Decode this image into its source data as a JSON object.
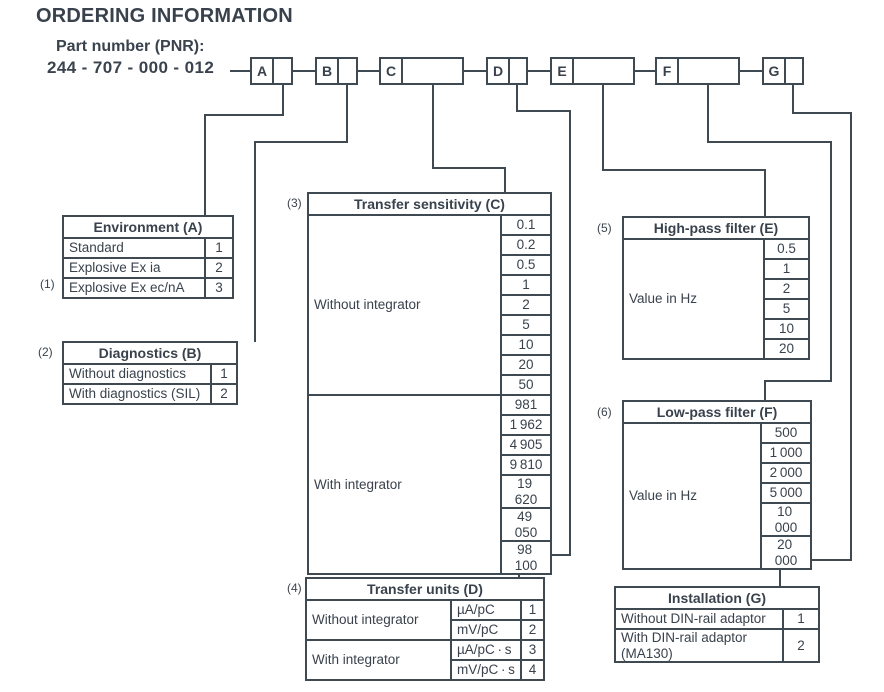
{
  "ink": "#3f4952",
  "title": "ORDERING INFORMATION",
  "pnr": {
    "label": "Part number (PNR):",
    "number": "244 - 707 - 000 - 012",
    "letters": {
      "a": "A",
      "b": "B",
      "c": "C",
      "d": "D",
      "e": "E",
      "f": "F",
      "g": "G"
    }
  },
  "tables": {
    "environment": {
      "note": "(1)",
      "title": "Environment (A)",
      "rows": [
        {
          "label": "Standard",
          "value": "1"
        },
        {
          "label": "Explosive Ex ia",
          "value": "2"
        },
        {
          "label": "Explosive Ex ec/nA",
          "value": "3"
        }
      ]
    },
    "diagnostics": {
      "note": "(2)",
      "title": "Diagnostics (B)",
      "rows": [
        {
          "label": "Without diagnostics",
          "value": "1"
        },
        {
          "label": "With diagnostics (SIL)",
          "value": "2"
        }
      ]
    },
    "transfer_sensitivity": {
      "note": "(3)",
      "title": "Transfer sensitivity (C)",
      "groups": [
        {
          "label": "Without integrator",
          "values": [
            "0.1",
            "0.2",
            "0.5",
            "1",
            "2",
            "5",
            "10",
            "20",
            "50"
          ]
        },
        {
          "label": "With integrator",
          "values": [
            "981",
            "1 962",
            "4 905",
            "9 810",
            "19 620",
            "49 050",
            "98 100"
          ]
        }
      ]
    },
    "transfer_units": {
      "note": "(4)",
      "title": "Transfer units (D)",
      "groups": [
        {
          "label": "Without integrator",
          "rows": [
            {
              "unit": "µA/pC",
              "value": "1"
            },
            {
              "unit": "mV/pC",
              "value": "2"
            }
          ]
        },
        {
          "label": "With integrator",
          "rows": [
            {
              "unit": "µA/pC · s",
              "value": "3"
            },
            {
              "unit": "mV/pC · s",
              "value": "4"
            }
          ]
        }
      ]
    },
    "high_pass": {
      "note": "(5)",
      "title": "High-pass filter (E)",
      "label": "Value in Hz",
      "values": [
        "0.5",
        "1",
        "2",
        "5",
        "10",
        "20"
      ]
    },
    "low_pass": {
      "note": "(6)",
      "title": "Low-pass filter (F)",
      "label": "Value in Hz",
      "values": [
        "500",
        "1 000",
        "2 000",
        "5 000",
        "10 000",
        "20 000"
      ]
    },
    "installation": {
      "title": "Installation (G)",
      "rows": [
        {
          "label": "Without DIN-rail adaptor",
          "value": "1"
        },
        {
          "label": "With DIN-rail adaptor (MA130)",
          "value": "2"
        }
      ]
    }
  }
}
